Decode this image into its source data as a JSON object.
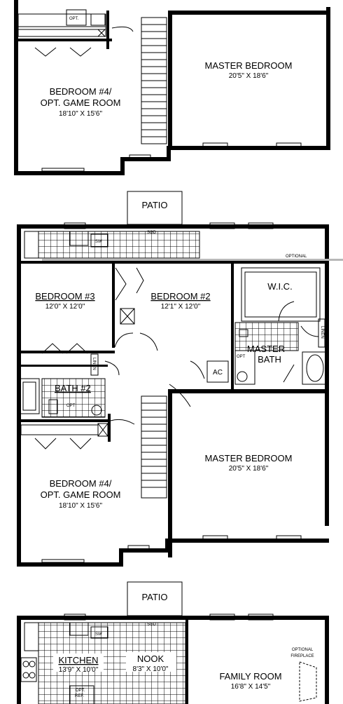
{
  "plan": {
    "sections": {
      "top": {
        "bedroom4": {
          "name_line1": "BEDROOM #4/",
          "name_line2": "OPT. GAME ROOM",
          "dims": "18'10\" X 15'6\""
        },
        "master_bedroom": {
          "name": "MASTER BEDROOM",
          "dims": "20'5\" X 18'6\""
        }
      },
      "middle": {
        "patio": "PATIO",
        "sgd": "SGD",
        "optional": "OPTIONAL",
        "sw": "SW",
        "bedroom3": {
          "name": "BEDROOM #3",
          "dims": "12'0\" X 12'0\""
        },
        "bedroom2": {
          "name": "BEDROOM #2",
          "dims": "12'1\" X 12'0\""
        },
        "wic": "W.I.C.",
        "linen_right": "LINEN",
        "linen_left": "LINEN",
        "master_bath_line1": "MASTER",
        "master_bath_line2": "BATH",
        "ac": "AC",
        "bath2": "BATH #2",
        "opt": "OPT",
        "bedroom4": {
          "name_line1": "BEDROOM #4/",
          "name_line2": "OPT. GAME ROOM",
          "dims": "18'10\" X 15'6\""
        },
        "master_bedroom": {
          "name": "MASTER BEDROOM",
          "dims": "20'5\" X 18'6\""
        }
      },
      "bottom": {
        "patio": "PATIO",
        "sgd": "SGD",
        "sw": "SW",
        "kitchen": {
          "name": "KITCHEN",
          "dims": "13'9\" X 10'0\""
        },
        "nook": {
          "name": "NOOK",
          "dims": "8'3\" X 10'0\""
        },
        "optional_fireplace_line1": "OPTIONAL",
        "optional_fireplace_line2": "FIREPLACE",
        "family_room": {
          "name": "FAMILY ROOM",
          "dims": "16'8\" X 14'5\""
        },
        "opt_ref_line1": "OPT.",
        "opt_ref_line2": "REF."
      }
    }
  }
}
